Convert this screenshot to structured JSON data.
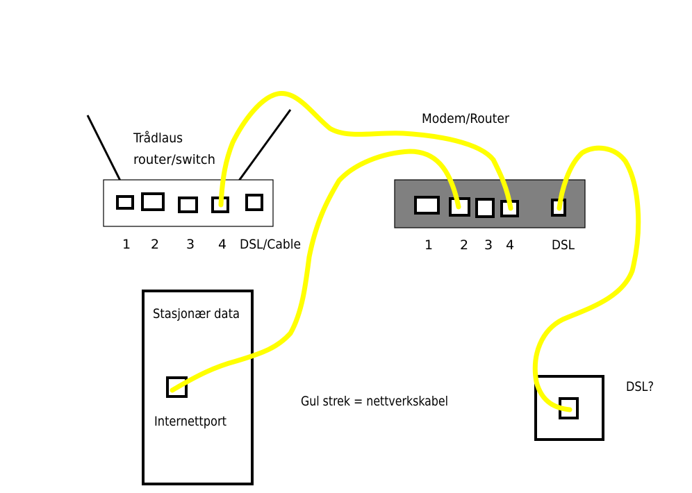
{
  "colors": {
    "cable": "#ffff00",
    "background": "#ffffff",
    "outline": "#000000",
    "modem_fill": "#808080"
  },
  "wireless_router": {
    "title_line1": "Trådlaus",
    "title_line2": "router/switch",
    "ports": [
      "1",
      "2",
      "3",
      "4",
      "DSL/Cable"
    ]
  },
  "modem_router": {
    "title": "Modem/Router",
    "ports": [
      "1",
      "2",
      "3",
      "4",
      "DSL"
    ]
  },
  "desktop": {
    "title": "Stasjonær data",
    "port_label": "Internettport"
  },
  "dsl_wall": {
    "label": "DSL?"
  },
  "legend": {
    "text": "Gul strek = nettverkskabel"
  }
}
